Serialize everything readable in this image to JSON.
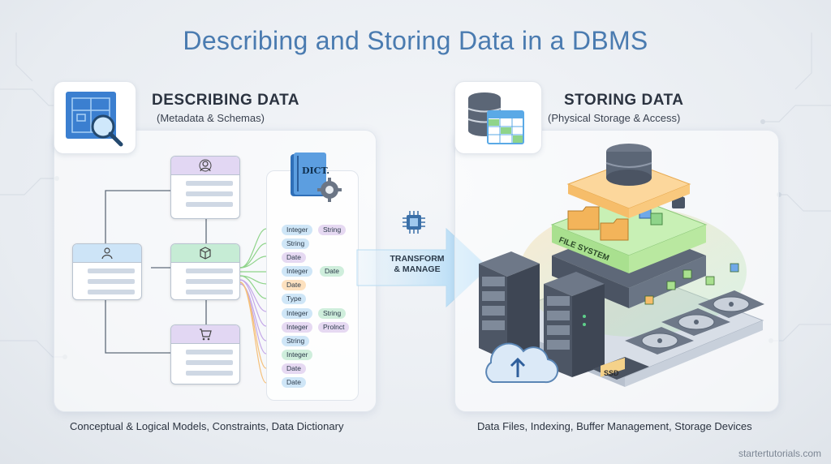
{
  "title": "Describing and Storing Data in a DBMS",
  "left": {
    "heading": "DESCRIBING DATA",
    "subheading": "(Metadata & Schemas)",
    "caption": "Conceptual & Logical Models, Constraints, Data Dictionary",
    "dictionary_label": "DICT.",
    "data_types": [
      {
        "label": "Integer",
        "color": "blue"
      },
      {
        "label": "String",
        "color": "purple"
      },
      {
        "label": "String",
        "color": "blue"
      },
      {
        "label": "Date",
        "color": "purple"
      },
      {
        "label": "Integer",
        "color": "blue"
      },
      {
        "label": "Date",
        "color": "green"
      },
      {
        "label": "Date",
        "color": "orange"
      },
      {
        "label": "Type",
        "color": "blue"
      },
      {
        "label": "Integer",
        "color": "blue"
      },
      {
        "label": "String",
        "color": "green"
      },
      {
        "label": "Integer",
        "color": "purple"
      },
      {
        "label": "Prolnct",
        "color": "purple"
      },
      {
        "label": "String",
        "color": "blue"
      },
      {
        "label": "Integer",
        "color": "green"
      },
      {
        "label": "Date",
        "color": "purple"
      },
      {
        "label": "Date",
        "color": "blue"
      }
    ]
  },
  "middle": {
    "arrow_label_line1": "TRANSFORM",
    "arrow_label_line2": "& MANAGE"
  },
  "right": {
    "heading": "STORING DATA",
    "subheading": "(Physical Storage & Access)",
    "caption": "Data Files, Indexing, Buffer Management, Storage Devices",
    "file_system_label": "FILE SYSTEM",
    "ssd_label": "SSD"
  },
  "watermark": "startertutorials.com",
  "colors": {
    "title": "#4a7bb0",
    "accent_blue": "#5aa9e6",
    "accent_orange": "#f5a84a",
    "accent_green": "#8fd48a",
    "accent_purple": "#a98bd6"
  }
}
